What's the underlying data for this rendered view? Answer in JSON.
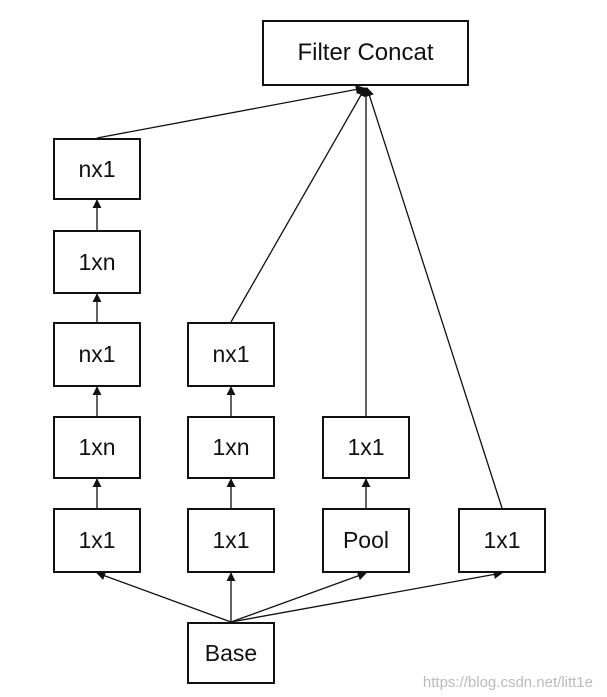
{
  "diagram": {
    "nodes": {
      "filter_concat": "Filter Concat",
      "b1_nx1_top": "nx1",
      "b1_1xn_top": "1xn",
      "b1_nx1_mid": "nx1",
      "b1_1xn_mid": "1xn",
      "b1_1x1": "1x1",
      "b2_nx1": "nx1",
      "b2_1xn": "1xn",
      "b2_1x1": "1x1",
      "b3_1x1": "1x1",
      "b3_pool": "Pool",
      "b4_1x1": "1x1",
      "base": "Base"
    },
    "colors": {
      "stroke": "#111111",
      "background": "#ffffff",
      "watermark": "#bbbbbb"
    }
  },
  "watermark": "https://blog.csdn.net/litt1e"
}
